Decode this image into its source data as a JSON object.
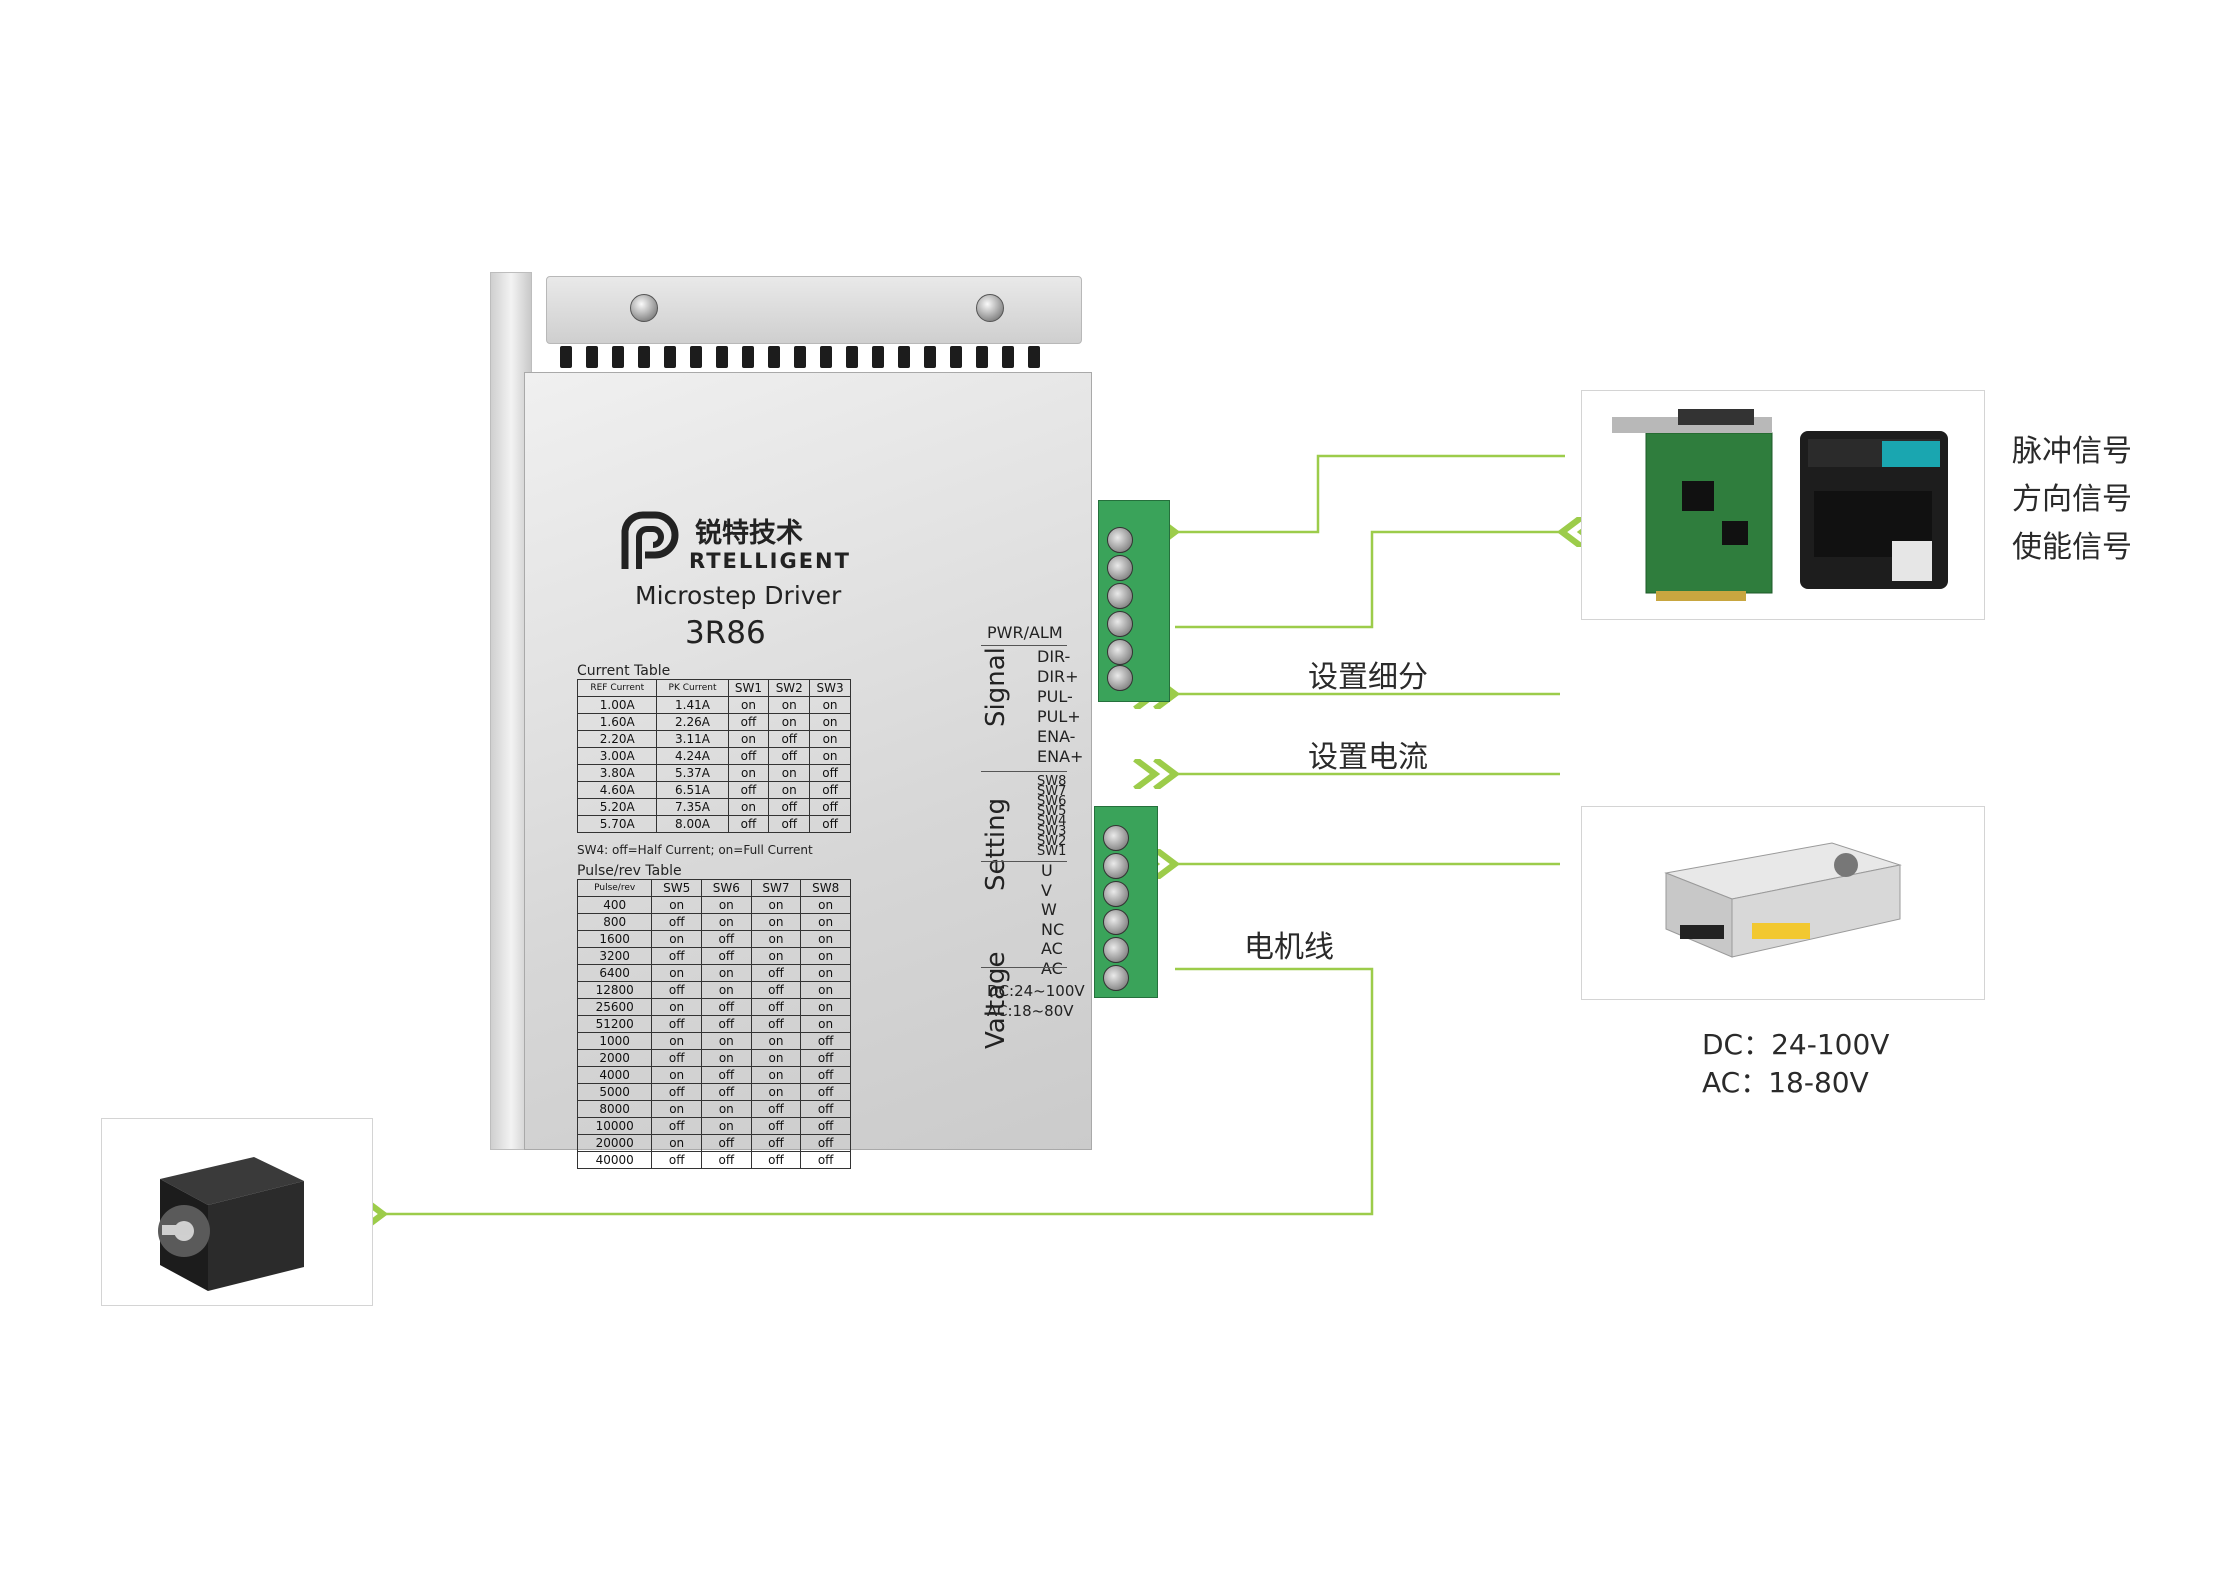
{
  "driver": {
    "brand_cn": "锐特技术",
    "brand_en": "RTELLIGENT",
    "product_type": "Microstep Driver",
    "model": "3R86",
    "current_table": {
      "caption": "Current Table",
      "headers": [
        "REF Current",
        "PK Current",
        "SW1",
        "SW2",
        "SW3"
      ],
      "rows": [
        [
          "1.00A",
          "1.41A",
          "on",
          "on",
          "on"
        ],
        [
          "1.60A",
          "2.26A",
          "off",
          "on",
          "on"
        ],
        [
          "2.20A",
          "3.11A",
          "on",
          "off",
          "on"
        ],
        [
          "3.00A",
          "4.24A",
          "off",
          "off",
          "on"
        ],
        [
          "3.80A",
          "5.37A",
          "on",
          "on",
          "off"
        ],
        [
          "4.60A",
          "6.51A",
          "off",
          "on",
          "off"
        ],
        [
          "5.20A",
          "7.35A",
          "on",
          "off",
          "off"
        ],
        [
          "5.70A",
          "8.00A",
          "off",
          "off",
          "off"
        ]
      ],
      "note": "SW4: off=Half  Current;  on=Full Current"
    },
    "pulse_table": {
      "caption": "Pulse/rev Table",
      "headers": [
        "Pulse/rev",
        "SW5",
        "SW6",
        "SW7",
        "SW8"
      ],
      "rows": [
        [
          "400",
          "on",
          "on",
          "on",
          "on"
        ],
        [
          "800",
          "off",
          "on",
          "on",
          "on"
        ],
        [
          "1600",
          "on",
          "off",
          "on",
          "on"
        ],
        [
          "3200",
          "off",
          "off",
          "on",
          "on"
        ],
        [
          "6400",
          "on",
          "on",
          "off",
          "on"
        ],
        [
          "12800",
          "off",
          "on",
          "off",
          "on"
        ],
        [
          "25600",
          "on",
          "off",
          "off",
          "on"
        ],
        [
          "51200",
          "off",
          "off",
          "off",
          "on"
        ],
        [
          "1000",
          "on",
          "on",
          "on",
          "off"
        ],
        [
          "2000",
          "off",
          "on",
          "on",
          "off"
        ],
        [
          "4000",
          "on",
          "off",
          "on",
          "off"
        ],
        [
          "5000",
          "off",
          "off",
          "on",
          "off"
        ],
        [
          "8000",
          "on",
          "on",
          "off",
          "off"
        ],
        [
          "10000",
          "off",
          "on",
          "off",
          "off"
        ],
        [
          "20000",
          "on",
          "off",
          "off",
          "off"
        ],
        [
          "40000",
          "off",
          "off",
          "off",
          "off"
        ]
      ]
    },
    "pwr_alm": "PWR/ALM",
    "signal_label": "Signal",
    "signal_pins": [
      "DIR-",
      "DIR+",
      "PUL-",
      "PUL+",
      "ENA-",
      "ENA+"
    ],
    "setting_label": "Setting",
    "setting_switches": [
      "SW8",
      "SW7",
      "SW6",
      "SW5",
      "SW4",
      "SW3",
      "SW2",
      "SW1"
    ],
    "voltage_label": "Valtage",
    "power_pins": [
      "U",
      "V",
      "W",
      "NC",
      "AC",
      "AC"
    ],
    "voltage_note": [
      "DC:24~100V",
      "AC:18~80V"
    ]
  },
  "annotations": {
    "controller_signals": [
      "脉冲信号",
      "方向信号",
      "使能信号"
    ],
    "set_microstep": "设置细分",
    "set_current": "设置电流",
    "motor_cable": "电机线",
    "psu_spec": [
      "DC：24-100V",
      "AC：18-80V"
    ]
  },
  "colors": {
    "wire": "#9ccc4a",
    "terminal_green": "#3aa35a",
    "frame_border": "#d4d4d4"
  }
}
